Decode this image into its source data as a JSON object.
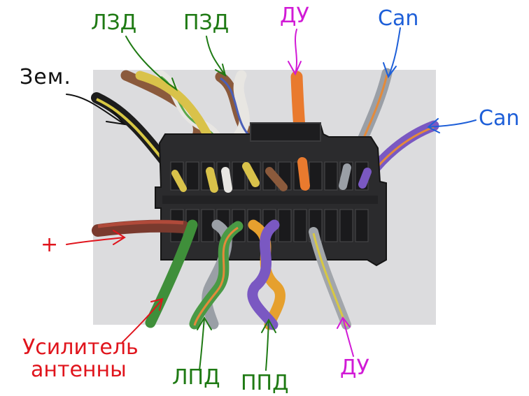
{
  "labels": {
    "ground": "Зем.",
    "lzd": "ЛЗД",
    "pzd": "ПЗД",
    "du_top": "ДУ",
    "can_top": "Can",
    "can_right": "Can",
    "plus": "+",
    "amp_line1": "Усилитель",
    "amp_line2": "антенны",
    "lpd": "ЛПД",
    "ppd": "ППД",
    "du_bottom": "ДУ"
  },
  "colors": {
    "ground": "#111111",
    "green_label": "#1f7a14",
    "magenta_label": "#d11ad6",
    "blue_label": "#1e5fd8",
    "red_label": "#e0141c",
    "photo_background": "#dcdcde",
    "connector_body": "#2b2b2d"
  }
}
